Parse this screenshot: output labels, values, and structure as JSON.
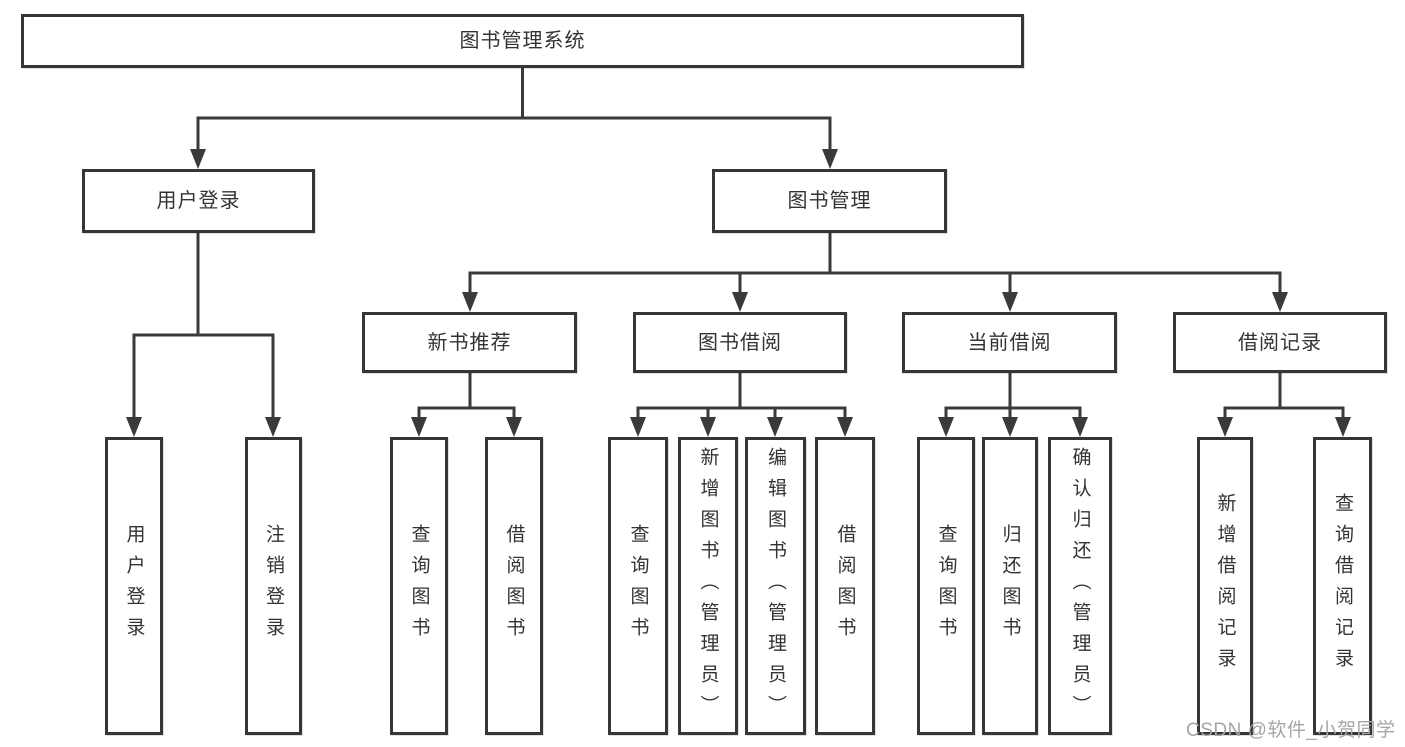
{
  "tree": {
    "label": "图书管理系统",
    "children": [
      {
        "label": "用户登录",
        "children": [
          {
            "label": "用户登录"
          },
          {
            "label": "注销登录"
          }
        ]
      },
      {
        "label": "图书管理",
        "children": [
          {
            "label": "新书推荐",
            "children": [
              {
                "label": "查询图书"
              },
              {
                "label": "借阅图书"
              }
            ]
          },
          {
            "label": "图书借阅",
            "children": [
              {
                "label": "查询图书"
              },
              {
                "label": "新增图书（管理员）"
              },
              {
                "label": "编辑图书（管理员）"
              },
              {
                "label": "借阅图书"
              }
            ]
          },
          {
            "label": "当前借阅",
            "children": [
              {
                "label": "查询图书"
              },
              {
                "label": "归还图书"
              },
              {
                "label": "确认归还（管理员）"
              }
            ]
          },
          {
            "label": "借阅记录",
            "children": [
              {
                "label": "新增借阅记录"
              },
              {
                "label": "查询借阅记录"
              }
            ]
          }
        ]
      }
    ]
  },
  "watermark": "CSDN @软件_小贺同学",
  "colors": {
    "line": "#3a3a3a",
    "box_border": "#363636",
    "text": "#333333",
    "watermark": "#a6a6a6",
    "background": "#ffffff"
  }
}
